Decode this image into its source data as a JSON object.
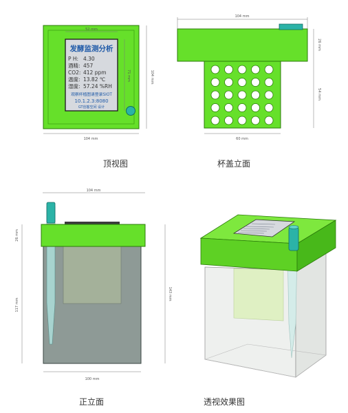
{
  "colors": {
    "lid_green": "#66e02a",
    "lid_green_dark": "#3fa514",
    "lcd_panel": "#d6d9de",
    "lcd_blue": "#1f5aa8",
    "teal": "#2bb3a7",
    "container_gray": "#8e9a96",
    "board_green": "#dff0c3"
  },
  "captions": {
    "top_view": "顶视图",
    "lid_elevation": "杯盖立面",
    "front_elevation": "正立面",
    "perspective": "透视效果图"
  },
  "top_view": {
    "dim_screen_width": "52 mm",
    "dim_screen_height": "71 mm",
    "dim_overall_height": "104 mm",
    "dim_overall_width": "104 mm",
    "lcd": {
      "title": "发酵监测分析",
      "ph_label": "P H:",
      "ph_value": "4.30",
      "alcohol_label": "酒精:",
      "alcohol_value": "457",
      "co2_label": "CO2:",
      "co2_value": "412  ppm",
      "temp_label": "温度:",
      "temp_value": "13.82  ℃",
      "humid_label": "湿度:",
      "humid_value": "57.24  %RH",
      "link_line": "观察杯植图请登录SIOT",
      "ip_line": "10.1.2.3:8080",
      "footer": "GT创客空间  设计"
    }
  },
  "lid_view": {
    "dim_top": "104 mm",
    "dim_lid_height": "26 mm",
    "dim_grid_height": "54 mm",
    "dim_grid_width": "60 mm"
  },
  "front_view": {
    "dim_top": "104 mm",
    "dim_lid": "26 mm",
    "dim_body": "117 mm",
    "dim_total": "143 mm",
    "dim_bottom": "100 mm"
  }
}
